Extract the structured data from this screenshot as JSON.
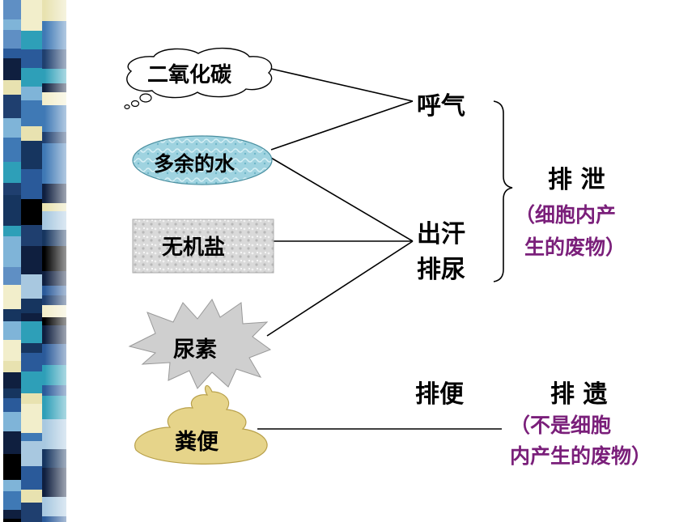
{
  "sources": {
    "co2": "二氧化碳",
    "water": "多余的水",
    "salt": "无机盐",
    "urea": "尿素",
    "feces": "粪便"
  },
  "routes": {
    "breath": "呼气",
    "sweat": "出汗",
    "urine": "排尿",
    "defecate": "排便"
  },
  "categories": {
    "excretion": {
      "title": "排 泄",
      "note_line1": "（细胞内产",
      "note_line2": "生的废物）"
    },
    "egestion": {
      "title": "排 遗",
      "note_line1": "（不是细胞",
      "note_line2": "内产生的废物）"
    }
  },
  "colors": {
    "note_purple": "#7a1f7a",
    "water_fill": "#9fd3e0",
    "feces_fill": "#e6d48a"
  }
}
